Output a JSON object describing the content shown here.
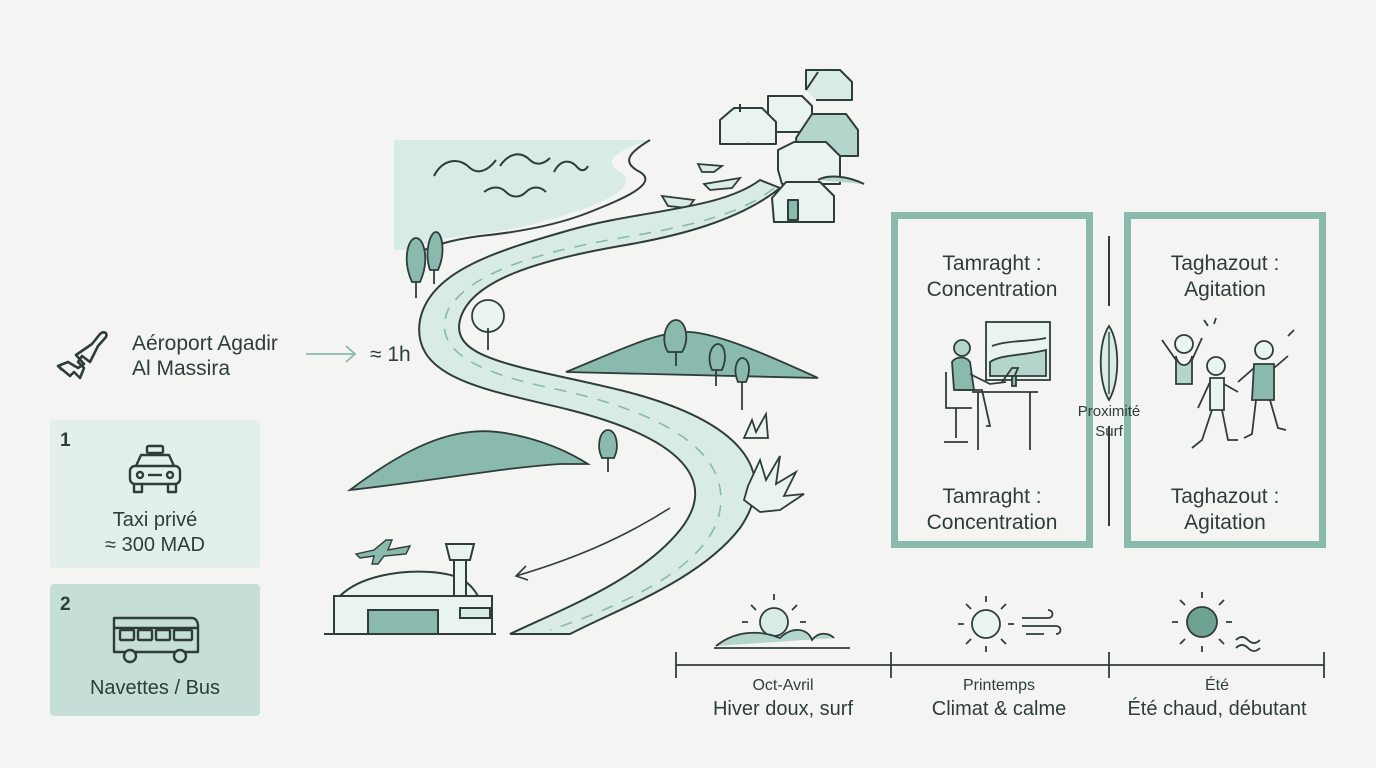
{
  "airport": {
    "line1": "Aéroport Agadir",
    "line2": "Al Massira",
    "duration": "≈ 1h"
  },
  "transport": [
    {
      "number": "1",
      "label_line1": "Taxi privé",
      "label_line2": "≈ 300 MAD",
      "icon": "taxi-icon"
    },
    {
      "number": "2",
      "label": "Navettes / Bus",
      "icon": "bus-icon"
    }
  ],
  "panels": {
    "left": {
      "top_line1": "Tamraght :",
      "top_line2": "Concentration",
      "bottom_line1": "Tamraght :",
      "bottom_line2": "Concentration"
    },
    "right": {
      "top_line1": "Taghazout :",
      "top_line2": "Agitation",
      "bottom_line1": "Taghazout :",
      "bottom_line2": "Agitation"
    },
    "center_line1": "Proximité",
    "center_line2": "Surf"
  },
  "seasons": [
    {
      "name": "Oct-Avril",
      "desc": "Hiver doux, surf",
      "icon": "sun-waves-icon"
    },
    {
      "name": "Printemps",
      "desc": "Climat & calme",
      "icon": "sun-wind-icon"
    },
    {
      "name": "Été",
      "desc": "Été chaud, débutant",
      "icon": "sun-sea-icon"
    }
  ],
  "colors": {
    "accent": "#8ab9ad",
    "light": "#d8ebe5",
    "dark": "#2f3d3a",
    "mid": "#6fa293"
  }
}
